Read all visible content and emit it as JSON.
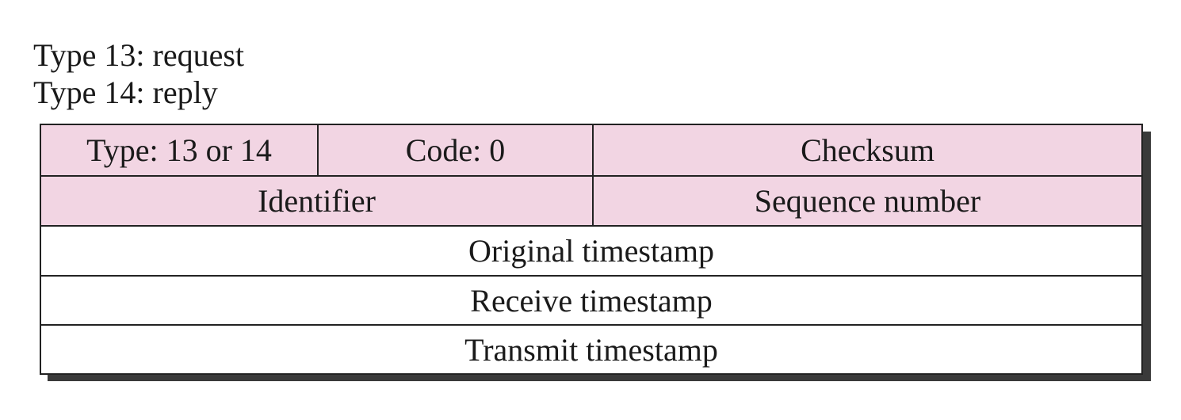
{
  "legend": {
    "line1": "Type 13: request",
    "line2": "Type 14: reply"
  },
  "fields": {
    "row1": {
      "type": "Type: 13 or 14",
      "code": "Code: 0",
      "checksum": "Checksum"
    },
    "row2": {
      "identifier": "Identifier",
      "sequence": "Sequence number"
    },
    "row3": "Original timestamp",
    "row4": "Receive timestamp",
    "row5": "Transmit timestamp"
  },
  "colors": {
    "header_fill": "#f2d5e3",
    "border": "#222222",
    "shadow": "#3a3a3a"
  }
}
